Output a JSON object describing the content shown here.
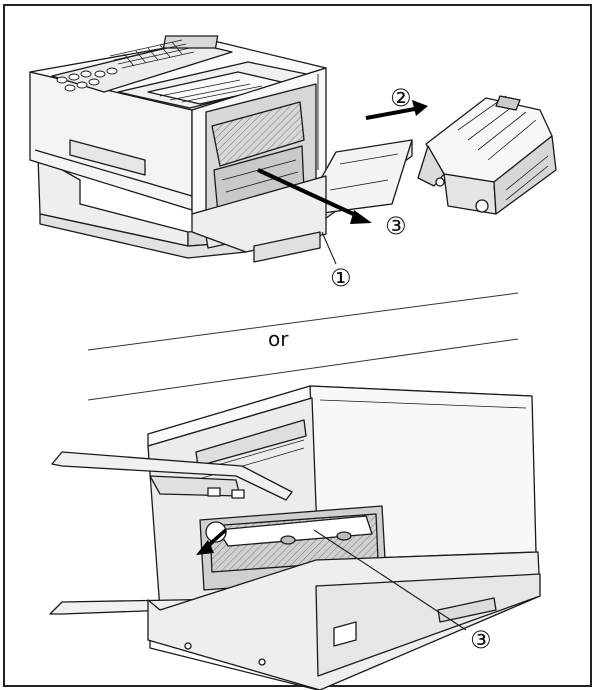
{
  "callouts": {
    "step_1": "①",
    "step_2": "②",
    "step_3_top": "③",
    "step_3_bottom": "③"
  },
  "separator_text": "or",
  "colors": {
    "line": "#1a1a1a",
    "arrow": "#000000",
    "fill_light": "#f6f6f6",
    "fill_mid": "#e4e4e4",
    "fill_dark": "#bdbdbd"
  }
}
